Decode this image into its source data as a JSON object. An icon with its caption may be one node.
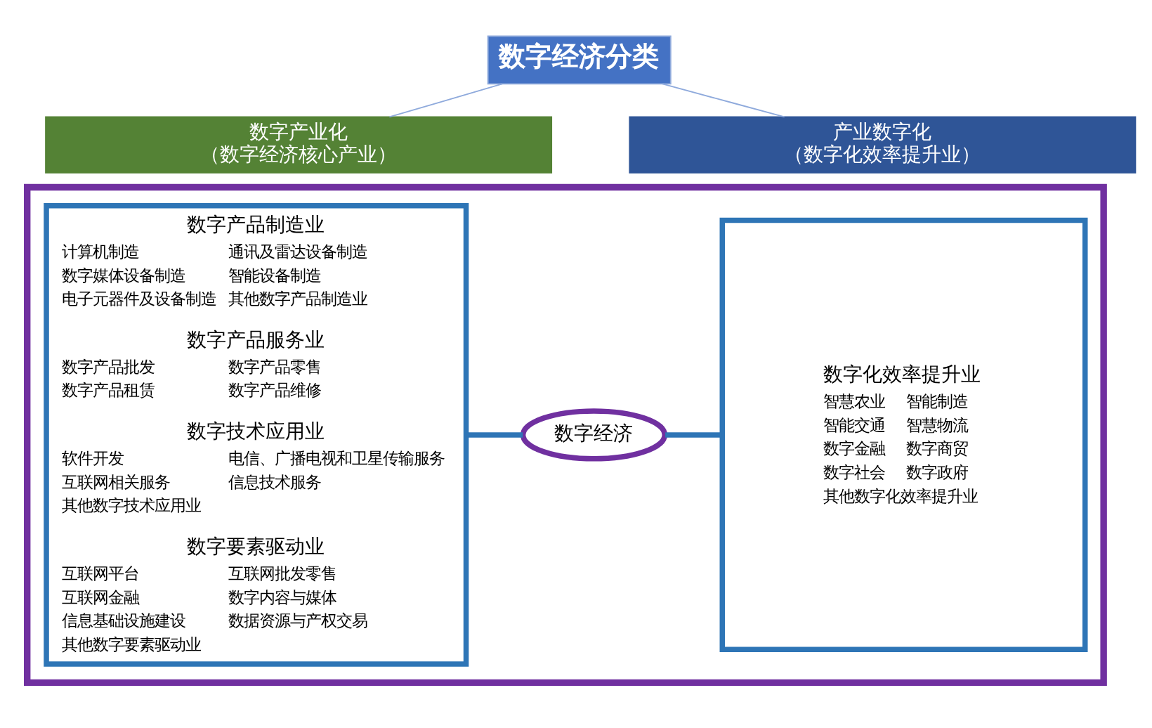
{
  "diagram": {
    "nodes": [
      {
        "text": [
          "数字经济分类"
        ]
      },
      {
        "text": [
          "数字产业化",
          "（数字经济核心产业）"
        ]
      },
      {
        "text": [
          "产业数字化",
          "（数字化效率提升业）"
        ]
      },
      {
        "text": [],
        "shape": "box"
      },
      {
        "text": [
          "数字产品制造业",
          "计算机制造",
          "通讯及雷达设备制造",
          "数字媒体设备制造",
          "智能设备制造",
          "电子元器件及设备制造",
          "其他数字产品制造业",
          "数字产品服务业",
          "数字产品批发",
          "数字产品零售",
          "数字产品租赁",
          "数字产品维修",
          "数字技术应用业",
          "软件开发",
          "电信、广播电视和卫星传输服务",
          "互联网相关服务",
          "信息技术服务",
          "其他数字技术应用业",
          "数字要素驱动业",
          "互联网平台",
          "互联网批发零售",
          "互联网金融",
          "数字内容与媒体",
          "信息基础设施建设",
          "数据资源与产权交易",
          "其他数字要素驱动业"
        ],
        "in": 3
      },
      {
        "text": [
          "数字经济"
        ],
        "in": 3
      },
      {
        "text": [
          "数字化效率提升业",
          "智慧农业",
          "智能制造",
          "智能交通",
          "智慧物流",
          "数字金融",
          "数字商贸",
          "数字社会",
          "数字政府",
          "其他数字化效率提升业"
        ],
        "in": 3
      }
    ],
    "edges": [
      {
        "from": 0,
        "to": 1,
        "arrow": "none",
        "color": "#8faadc"
      },
      {
        "from": 0,
        "to": 2,
        "arrow": "none",
        "color": "#8faadc"
      },
      {
        "from": 4,
        "to": 5,
        "arrow": "none",
        "style": "thick",
        "color": "#2e75b6"
      },
      {
        "from": 5,
        "to": 6,
        "arrow": "none",
        "style": "thick",
        "color": "#2e75b6"
      }
    ]
  }
}
